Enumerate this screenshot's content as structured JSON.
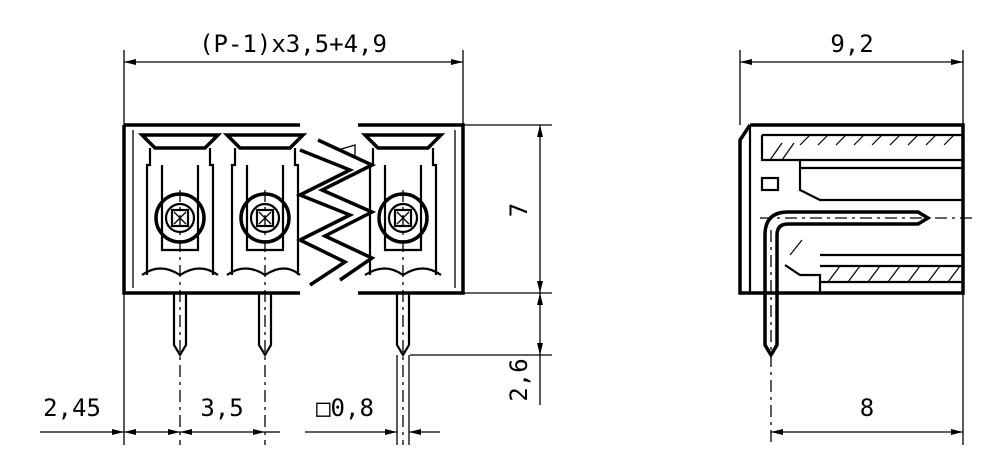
{
  "dimensions": {
    "overall_width_formula": "(P-1)x3,5+4,9",
    "height_body": "7",
    "pin_length": "2,6",
    "edge_offset": "2,45",
    "pitch": "3,5",
    "pin_square": "□0,8",
    "side_depth": "9,2",
    "pin_offset": "8"
  }
}
